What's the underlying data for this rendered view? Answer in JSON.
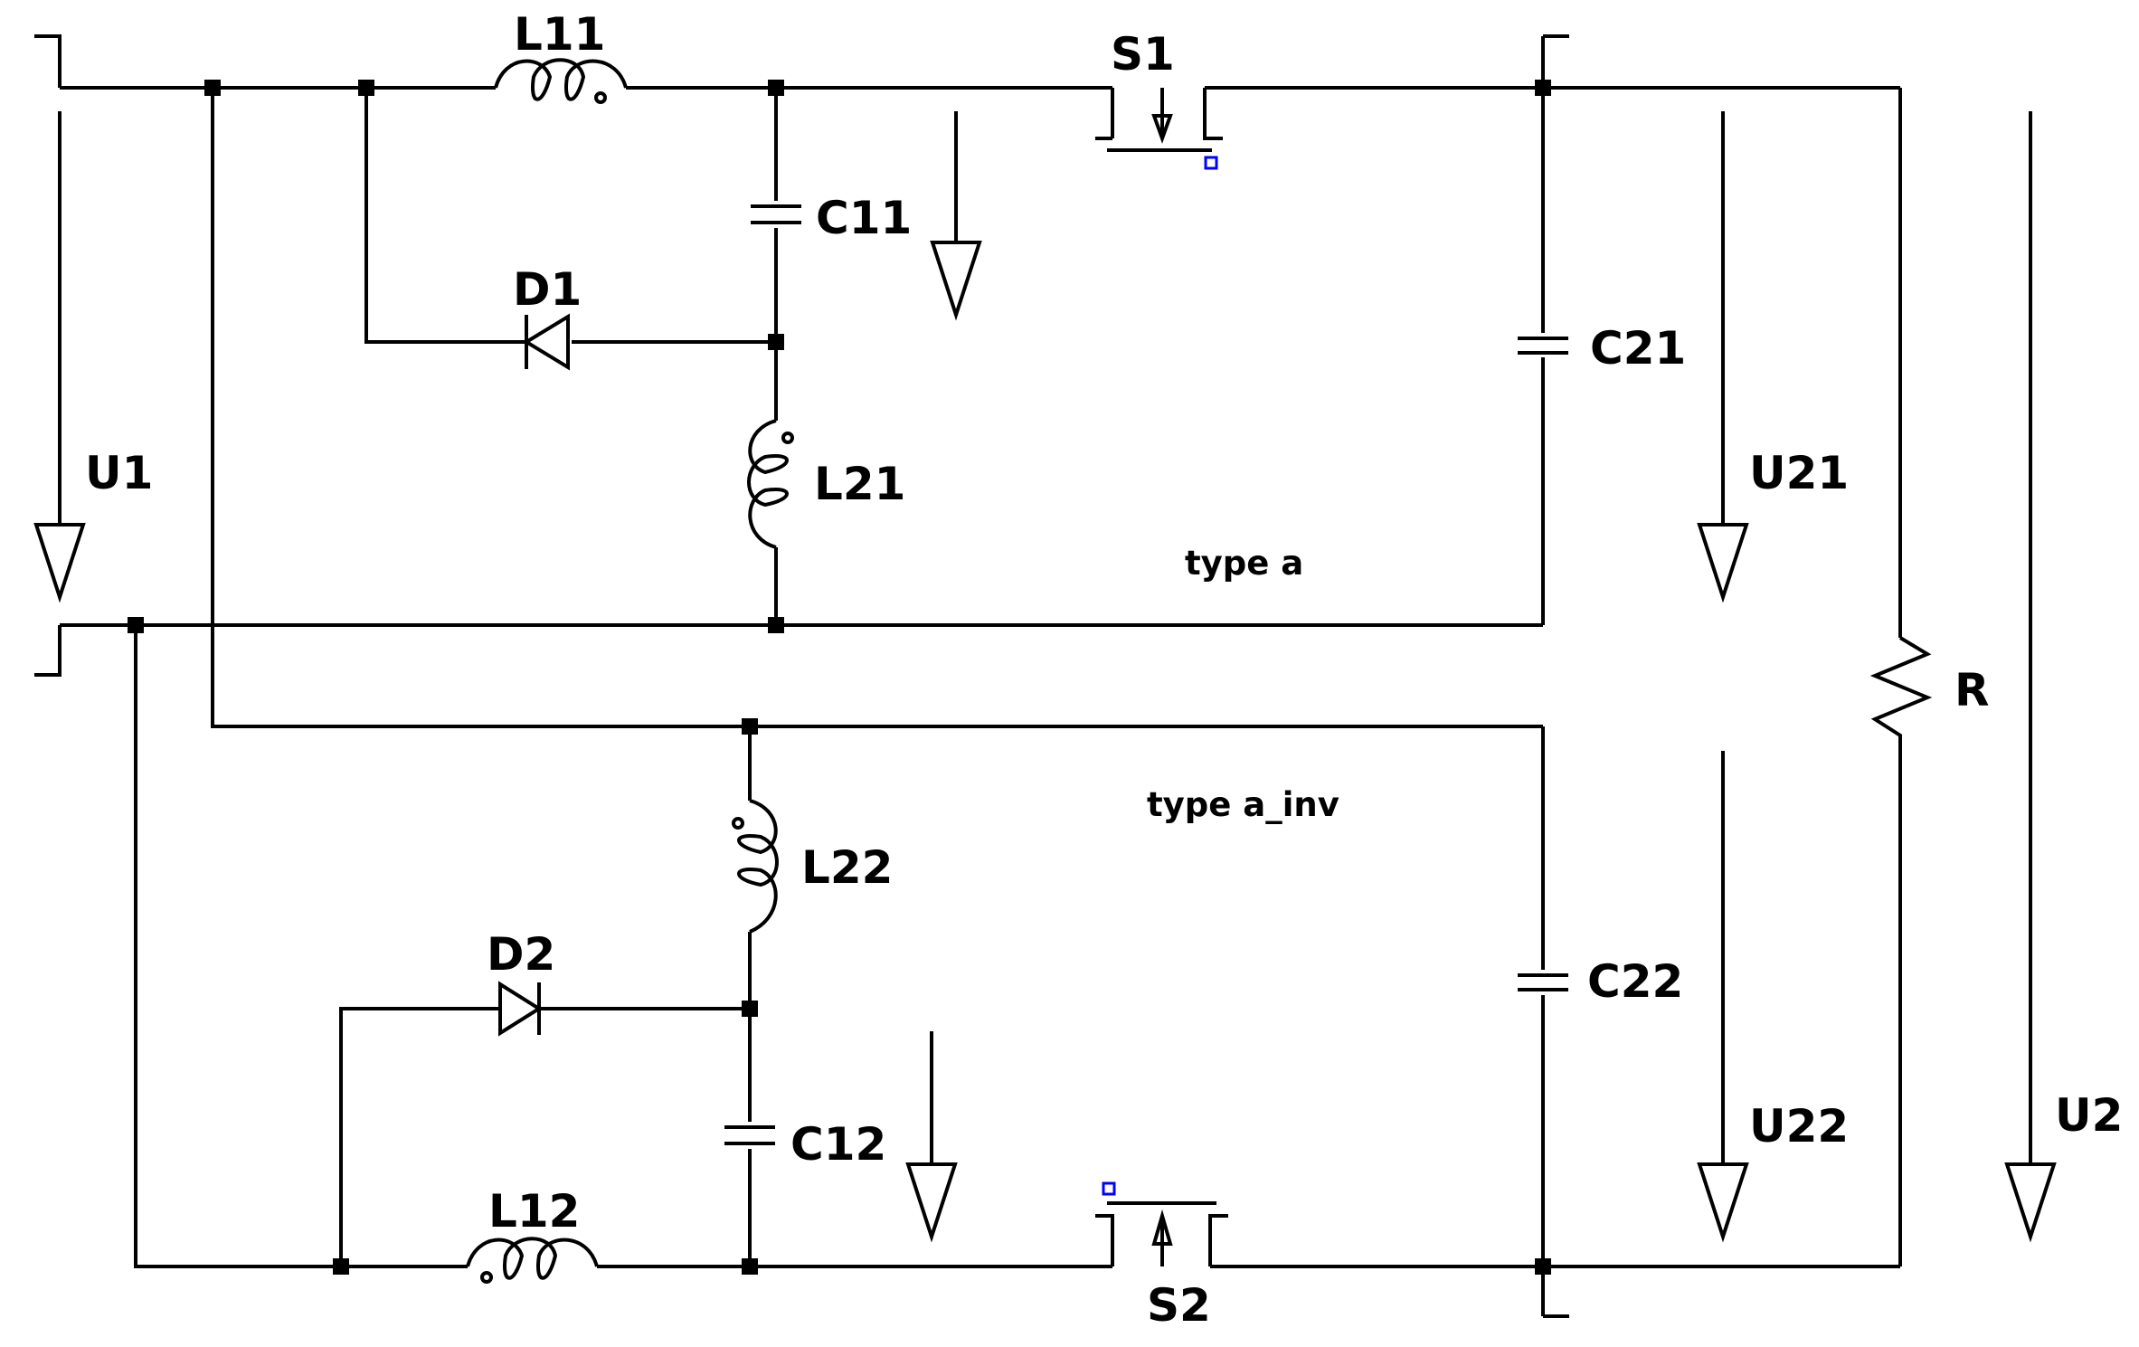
{
  "components": {
    "L11": "L11",
    "L12": "L12",
    "L21": "L21",
    "L22": "L22",
    "C11": "C11",
    "C12": "C12",
    "C21": "C21",
    "C22": "C22",
    "D1": "D1",
    "D2": "D2",
    "S1": "S1",
    "S2": "S2",
    "R": "R"
  },
  "voltages": {
    "U1": "U1",
    "U21": "U21",
    "U22": "U22",
    "U2": "U2"
  },
  "notes": {
    "upper": "type a",
    "lower": "type a_inv"
  }
}
